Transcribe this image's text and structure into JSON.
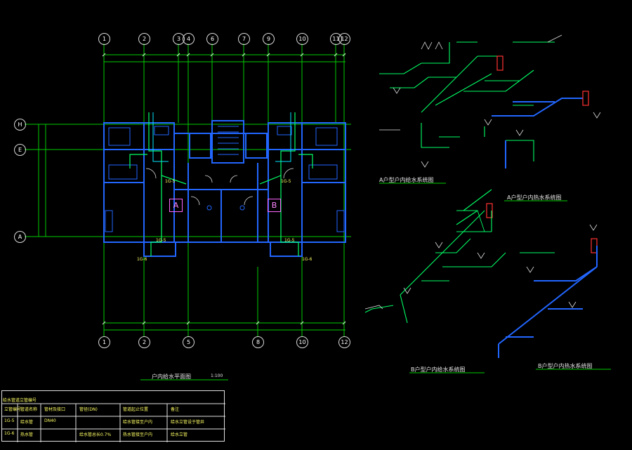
{
  "colors": {
    "background": "#000000",
    "axis": "#00cc00",
    "wall": "#2266ff",
    "pipe": "#00ff66",
    "dim": "#e0e0e0",
    "label": "#ffff66",
    "room_tag": "#ff66ff"
  },
  "grid_top": [
    "1",
    "2",
    "3",
    "4",
    "6",
    "7",
    "9",
    "10",
    "11",
    "12"
  ],
  "grid_bottom": [
    "1",
    "2",
    "5",
    "8",
    "10",
    "12"
  ],
  "grid_left": [
    "H",
    "E",
    "A"
  ],
  "room_tags": [
    "A",
    "B"
  ],
  "plan_title": "户内给水平面图",
  "plan_scale": "1:100",
  "system_titles": {
    "a_supply": "A户型户内给水系统图",
    "a_hot": "A户型户内热水系统图",
    "b_supply": "B户型户内给水系统图",
    "b_hot": "B户型户内热水系统图"
  },
  "riser_labels": [
    "1G-5",
    "1G-5",
    "1G-5",
    "1G-5",
    "1G-6",
    "1G-6"
  ],
  "table": {
    "title": "给水管道立管编号",
    "rows": [
      [
        "立管编号",
        "管道名称",
        "管材及接口",
        "管径(DN)",
        "管道起止位置",
        "备注"
      ],
      [
        "1G-5",
        "给水管",
        "DN40",
        "",
        "给水管接至户内",
        "给水立管设于管井"
      ],
      [
        "1G-6",
        "热水管",
        "",
        "给水管总长0.7%",
        "热水管接至户内",
        "给水立管"
      ]
    ]
  }
}
